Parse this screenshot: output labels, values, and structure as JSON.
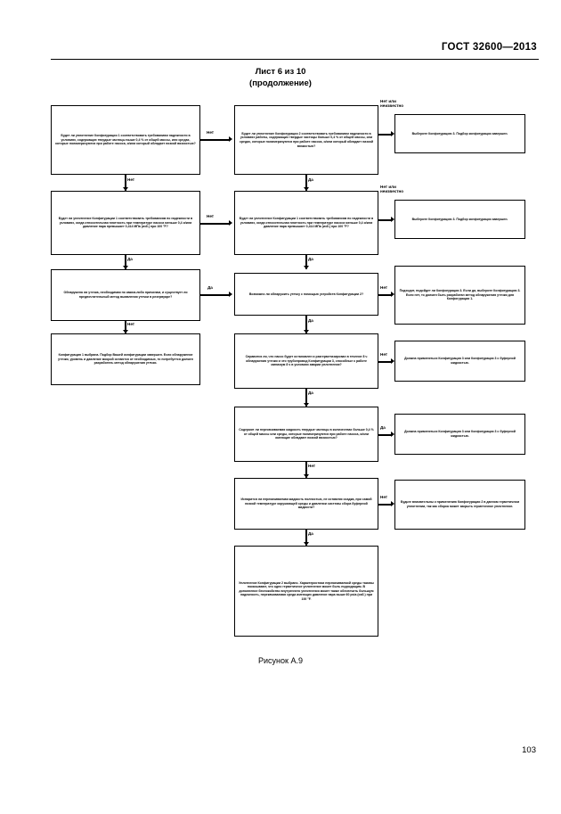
{
  "header": {
    "standard": "ГОСТ 32600—2013",
    "page_number": "103"
  },
  "sheet": {
    "line1": "Лист 6 из 10",
    "line2": "(продолжение)"
  },
  "figure": {
    "caption": "Рисунок А.9"
  },
  "flowchart": {
    "boxes": {
      "d1_left": "Будет ли уплотнение Конфигурации 1 соответствовать требованиям надежности в условиях, содержащих твердые частицы выше 0,4 % от общей массы, или средах, которые полимеризуются при работе насоса, и/или который обладает низкой вязкостью?",
      "d1_mid": "Будет ли уплотнение Конфигурации 2 соответствовать требованиям надежности в условиях работы, содержащих твердые частицы больше 0,4 % от общей массы, или средах, которые полимеризуются при работе насоса, и/или который обладает низкой вязкостью?",
      "d2_left": "Будет ли уплотнение Конфигурации 1 соответствовать требованиям по надежности в условиях, когда относительная плотность при температуре насоса меньше 0,4 и/или давление пара превышает 0,414 МПа (изб.) при 100 °F?",
      "d2_mid": "Будет ли уплотнение Конфигурации 1 соответствовать требованиям по надежности в условиях, когда относительная плотность при температуре насоса меньше 0,4 и/или давление пара превышает 0,414 МПа (изб.) при 100 °F?",
      "d3_left": "Обнаружена ли утечка, необходимая по каким-либо причинам, и существует ли предпочтительный метод выявления утечки в резервуаре?",
      "d3_mid": "Возможно ли обнаружить утечку с помощью устройств Конфигурации 2?",
      "d4_left": "Конфигурация 1 выбрана. Подбор Вашей конфигурации завершен. Если обнаружение утечки, уровень и давление мокрой остаются от необходимых, то потребуется должен разработать метод обнаружения утечки.",
      "d4_mid": "Справится ли, что насос будет остановлен и разгерметизирован в течение 8 ч обнаружения утечки и что трубопровод Конфигурации 3, способные к работе минимум 8 ч в условиях аварии уплотнения?",
      "d5_mid": "Содержит ли перекачиваемая жидкость твердые частицы в количествах больше 0,4 % от общей массы или среды, которые полимеризуются при работе насоса, и/или имеющие обладают низкой вязкостью?",
      "d6_mid": "Испарится ли перекачиваемая жидкость полностью, не оставляя осадка, при самой низкой температуре окружающей среды и давлении системы сбора буферной жидкости?",
      "d7_mid": "Уплотнение Конфигурации 2 выбрано. Характеристики перекачиваемой среды таковы показывают, что одно герметичное уплотнение может быть подходящим. В дополнение беспокойство внутреннего уплотнения может также обеспечить большую надежность, перекачиваемая среда имеющих давление пара выше 60 psia (изб.) при 100 °F.",
      "r1_right": "Выберите Конфигурацию 3. Подбор конфигурации завершен.",
      "r2_right": "Выберите Конфигурацию 3. Подбор конфигурации завершен.",
      "r3_right": "Подходит, подойдет ли Конфигурация 3. Если да, выберите Конфигурацию 3. Если нет, то должен быть разработан метод обнаружения утечки для Конфигурации 1.",
      "r4_right": "Должна применяться Конфигурация 3 или Конфигурация 3 с буферной жидкостью.",
      "r5_right": "Должна применяться Конфигурация 3 или Конфигурация 3 с буферной жидкостью.",
      "r6_right": "Будьте внимательны к применению Конфигурации 2 в данном герметичном уплотнении, так как сборка может закрыть герметичное уплотнение."
    },
    "edge_labels": {
      "e1_no": "Нет",
      "e1_no_unknown": "Нет или\nнеизвестно",
      "e1_yes": "Да",
      "e2_no": "Нет",
      "e2_no_unknown": "Нет или\nнеизвестно",
      "e2_yes": "Да",
      "e3_left_no": "Нет",
      "e3_left_yes": "Да",
      "e3_mid_no": "Нет",
      "e3_mid_yes": "Да",
      "e4_no": "Нет",
      "e4_yes": "Да",
      "e5_yes": "Да",
      "e5_no": "Нет",
      "e6_no": "Нет",
      "e6_yes": "Да"
    }
  }
}
